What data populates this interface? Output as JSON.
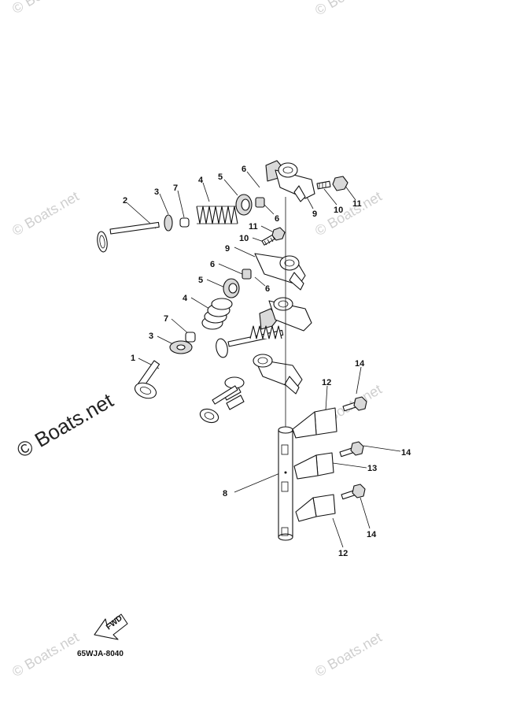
{
  "watermark": {
    "text": "© Boats.net"
  },
  "diagram_code": "65WJA-8040",
  "fwd_label": "FWD",
  "callouts": {
    "c1": "1",
    "c2": "2",
    "c3a": "3",
    "c3b": "3",
    "c4a": "4",
    "c4b": "4",
    "c5a": "5",
    "c5b": "5",
    "c6a": "6",
    "c6b": "6",
    "c6c": "6",
    "c6d": "6",
    "c7a": "7",
    "c7b": "7",
    "c8": "8",
    "c9a": "9",
    "c9b": "9",
    "c10a": "10",
    "c10b": "10",
    "c11a": "11",
    "c11b": "11",
    "c12a": "12",
    "c12b": "12",
    "c13": "13",
    "c14a": "14",
    "c14b": "14",
    "c14c": "14"
  }
}
